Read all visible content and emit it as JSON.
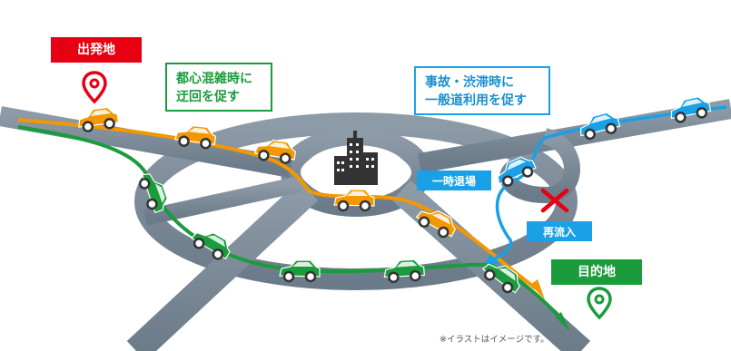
{
  "labels": {
    "start": "出発地",
    "goal": "目的地",
    "detour_callout": [
      "都心混雑時に",
      "迂回を促す"
    ],
    "accident_callout": [
      "事故・渋滞時に",
      "一般道利用を促す"
    ],
    "temp_exit": "一時退場",
    "reentry": "再流入",
    "note": "※イラストはイメージです。"
  },
  "colors": {
    "start_red": "#e60012",
    "goal_green": "#1a9b3c",
    "route_orange": "#f39800",
    "route_green": "#1a9b3c",
    "route_blue": "#1aa0e6",
    "road": "#7a8a99",
    "cross_red": "#e60012"
  },
  "icons": [
    "start-pin-icon",
    "goal-pin-icon",
    "building-icon",
    "blocked-cross-icon",
    "orange-car-icon",
    "green-car-icon",
    "blue-car-icon"
  ]
}
